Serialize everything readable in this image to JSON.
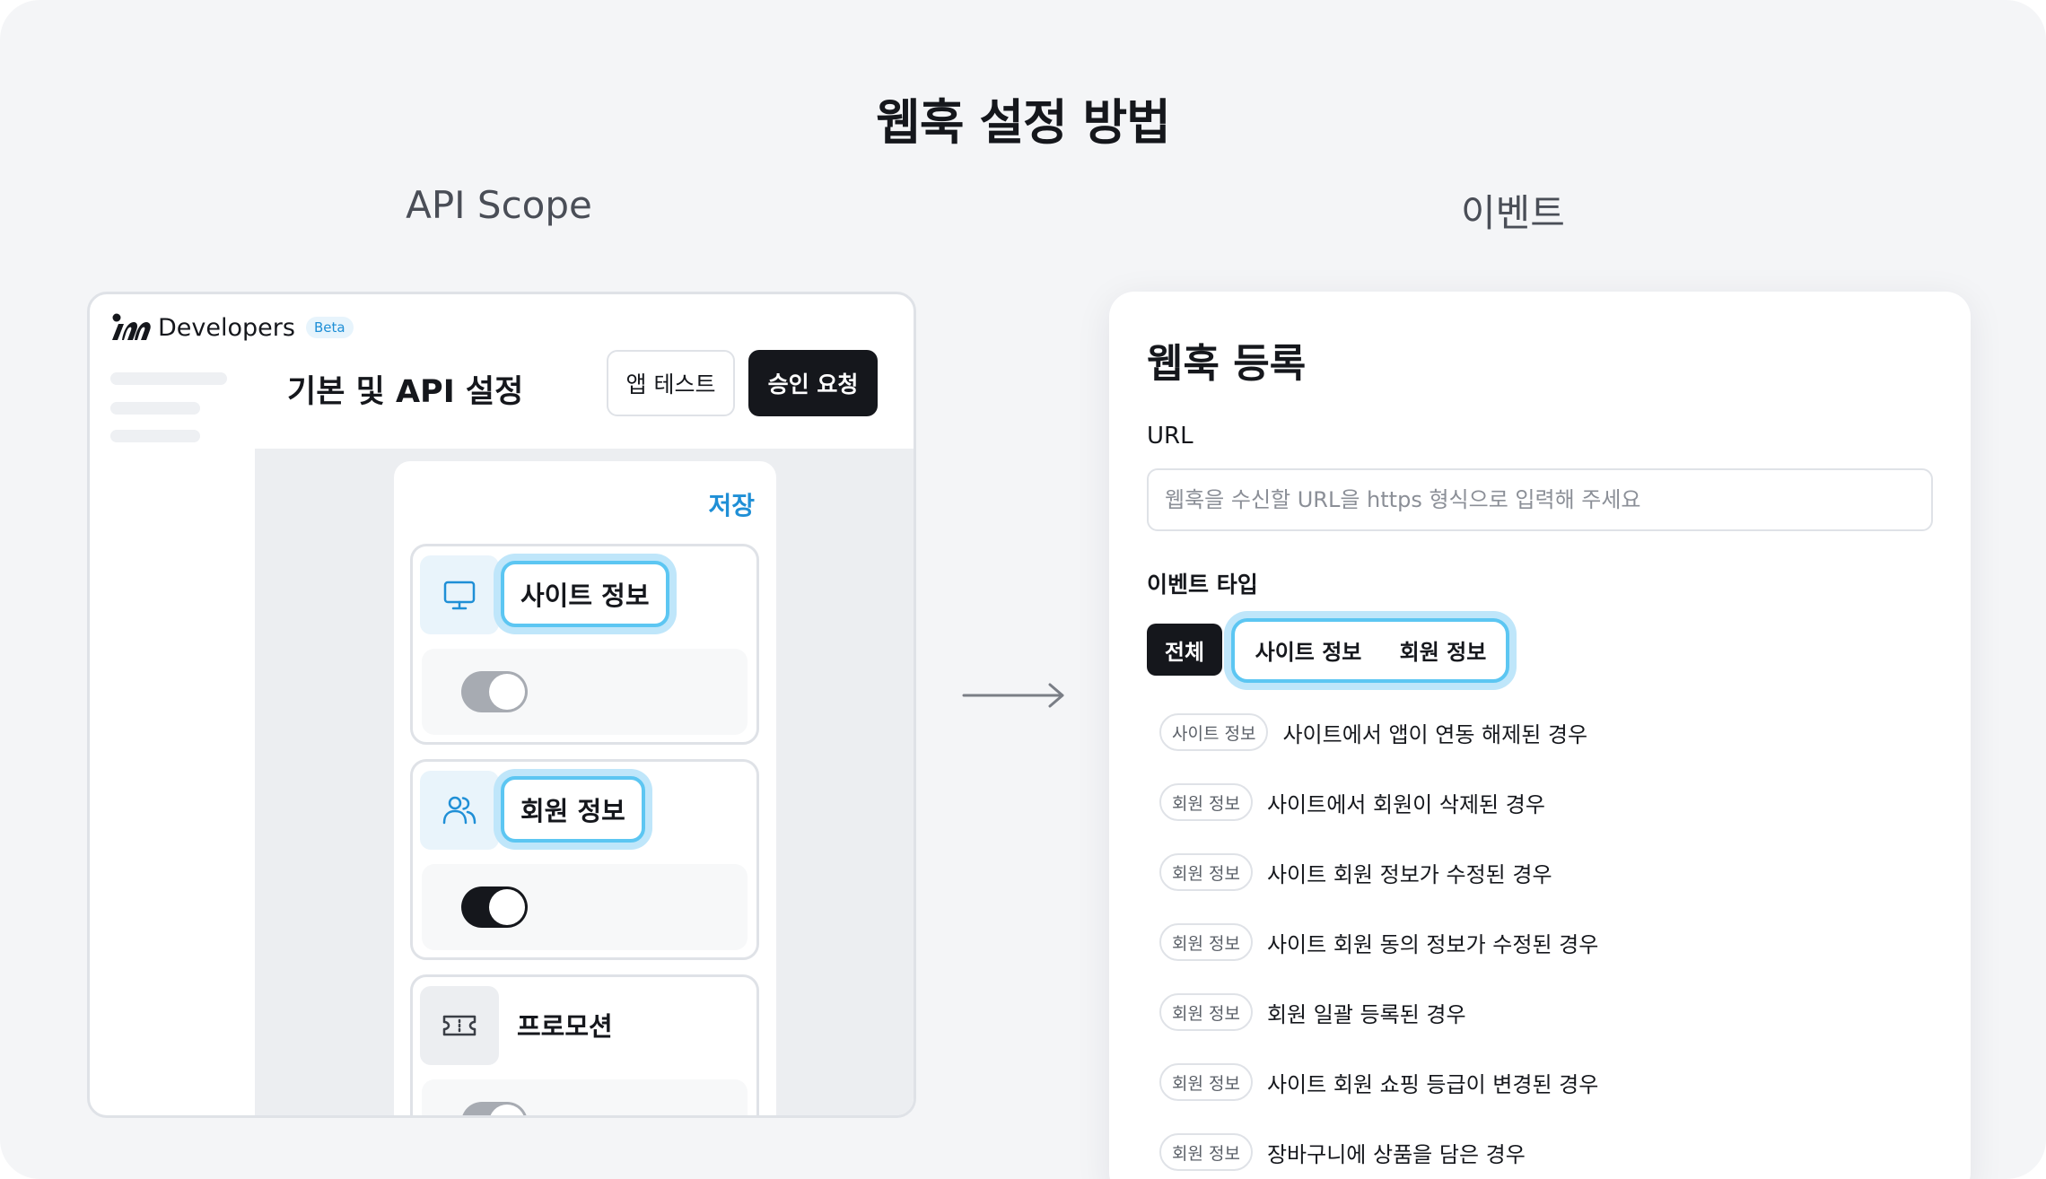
{
  "page_title": "웹훅 설정 방법",
  "left_section_label": "API Scope",
  "right_section_label": "이벤트",
  "colors": {
    "accent": "#1f8fd6",
    "highlight": "#5cc6f2",
    "dark": "#15171c"
  },
  "left_window": {
    "brand": "Developers",
    "beta_badge": "Beta",
    "title": "기본 및 API 설정",
    "test_button": "앱 테스트",
    "approve_button": "승인 요청",
    "save_link": "저장",
    "scopes": [
      {
        "label": "사이트 정보",
        "icon": "monitor-icon",
        "toggle_on": false,
        "highlighted": true
      },
      {
        "label": "회원 정보",
        "icon": "users-icon",
        "toggle_on": true,
        "highlighted": true
      },
      {
        "label": "프로모션",
        "icon": "ticket-icon",
        "toggle_on": false,
        "highlighted": false
      }
    ]
  },
  "right_card": {
    "title": "웹훅 등록",
    "url_label": "URL",
    "url_placeholder": "웹훅을 수신할 URL을 https 형식으로 입력해 주세요",
    "url_value": "",
    "event_type_label": "이벤트 타입",
    "tabs": [
      "전체",
      "사이트 정보",
      "회원 정보"
    ],
    "selected_tab": "전체",
    "events": [
      {
        "tag": "사이트 정보",
        "description": "사이트에서 앱이 연동 해제된 경우"
      },
      {
        "tag": "회원 정보",
        "description": "사이트에서 회원이 삭제된 경우"
      },
      {
        "tag": "회원 정보",
        "description": "사이트 회원 정보가 수정된 경우"
      },
      {
        "tag": "회원 정보",
        "description": "사이트 회원 동의 정보가 수정된 경우"
      },
      {
        "tag": "회원 정보",
        "description": "회원 일괄 등록된 경우"
      },
      {
        "tag": "회원 정보",
        "description": "사이트 회원 쇼핑 등급이 변경된 경우"
      },
      {
        "tag": "회원 정보",
        "description": "장바구니에 상품을 담은 경우"
      }
    ]
  }
}
